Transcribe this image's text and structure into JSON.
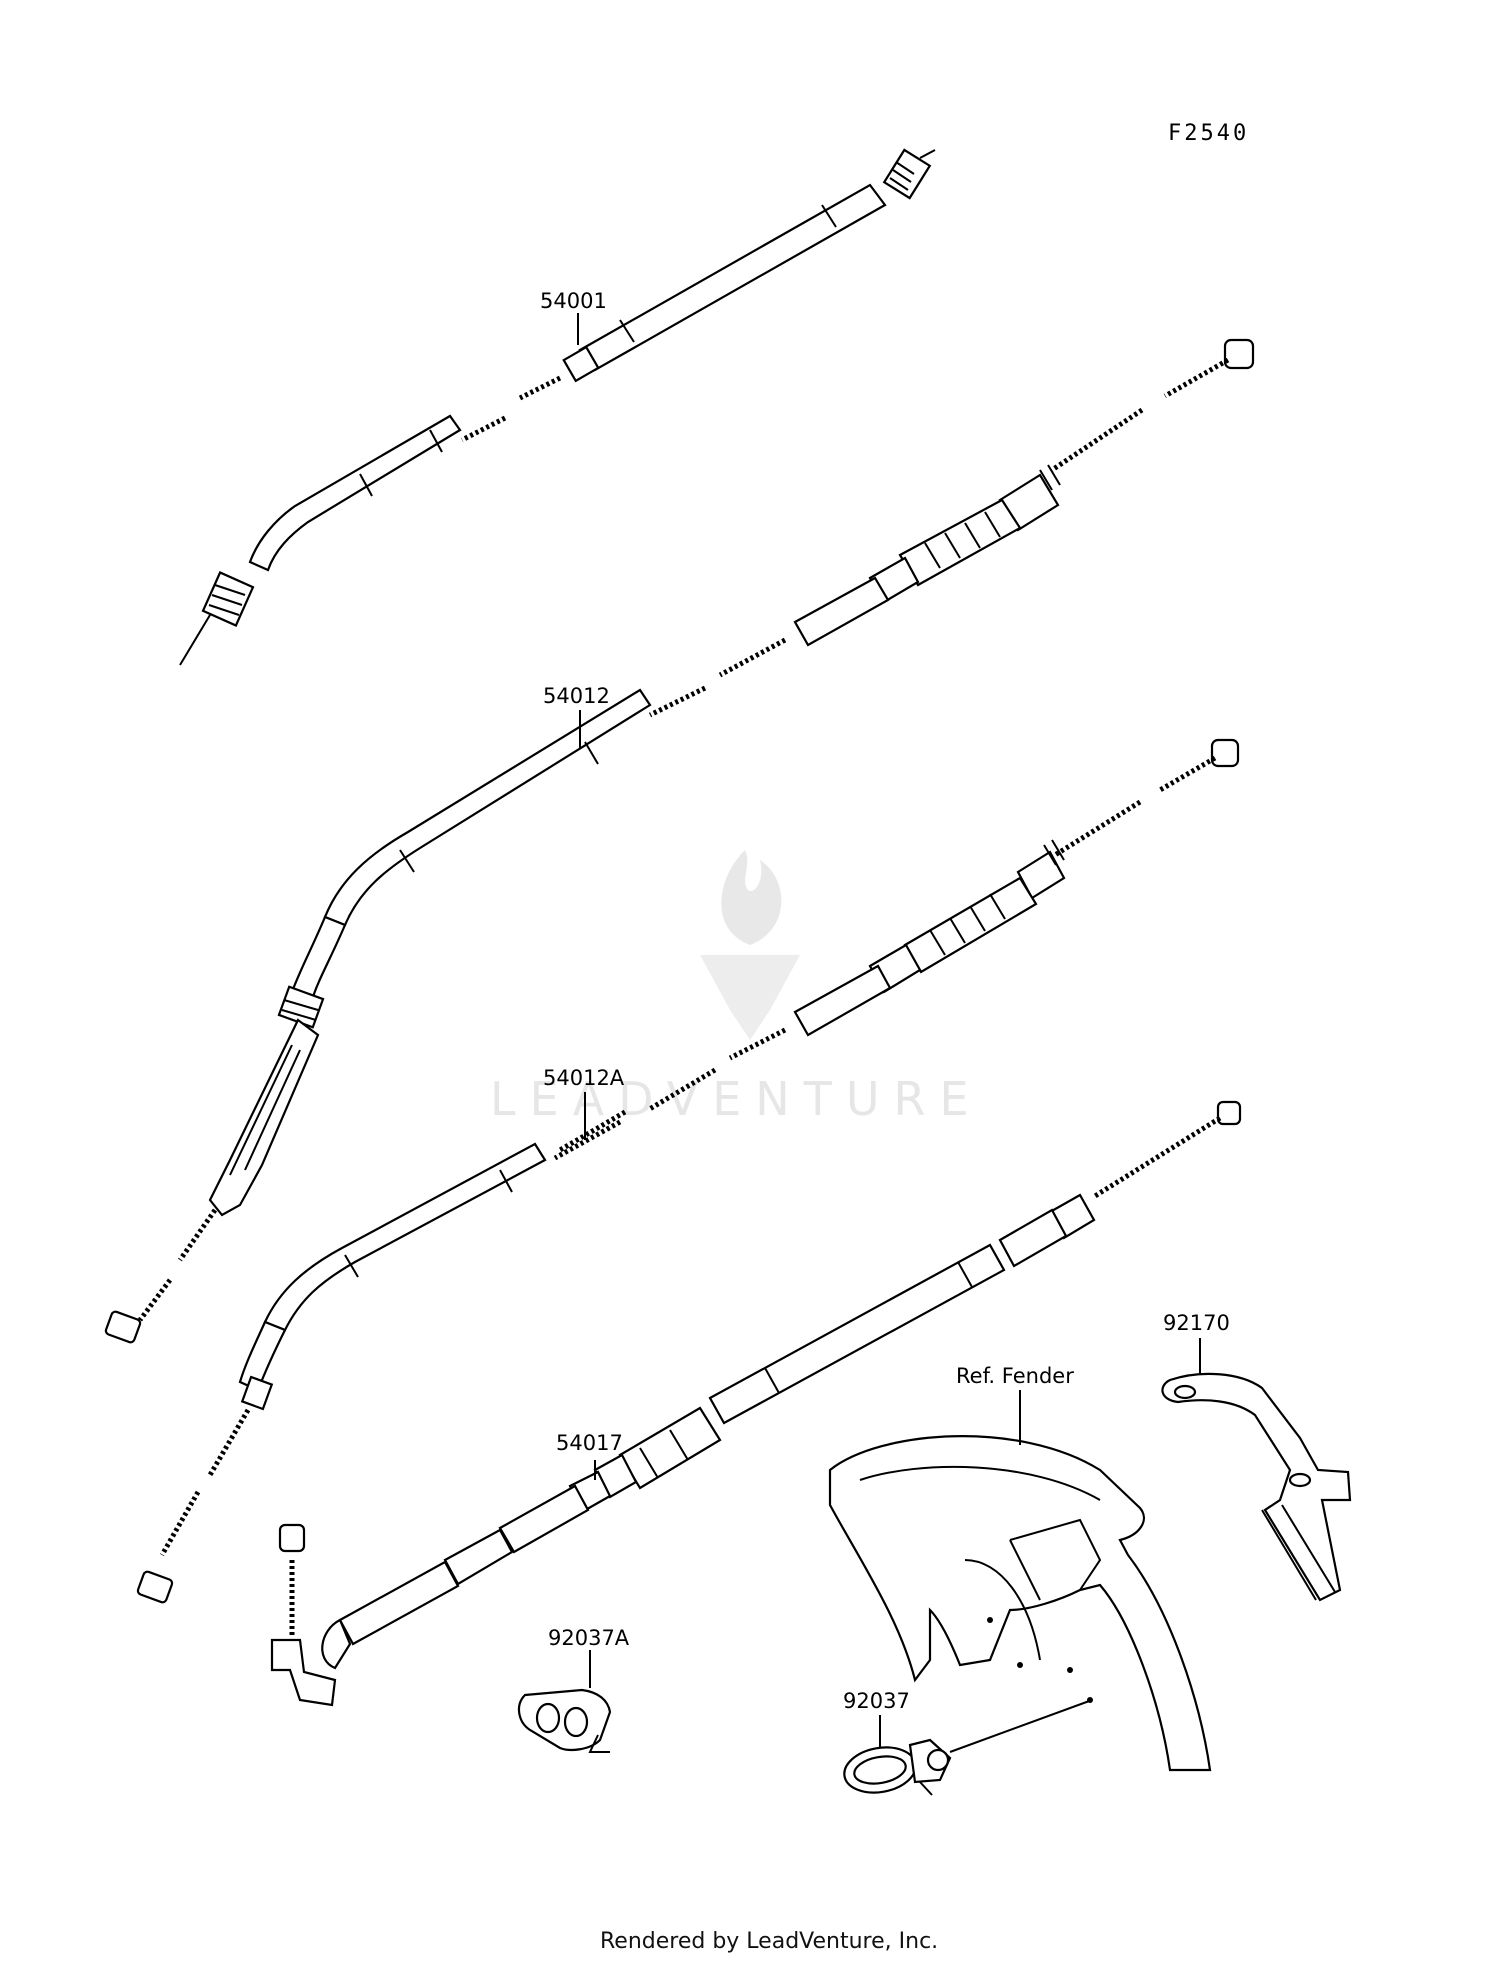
{
  "figure_code": "F2540",
  "labels": {
    "p54001": "54001",
    "p54012": "54012",
    "p54012A": "54012A",
    "p54017": "54017",
    "p92170": "92170",
    "ref_fender": "Ref. Fender",
    "p92037A": "92037A",
    "p92037": "92037"
  },
  "watermark": "LEADVENTURE",
  "footer": "Rendered by LeadVenture, Inc."
}
